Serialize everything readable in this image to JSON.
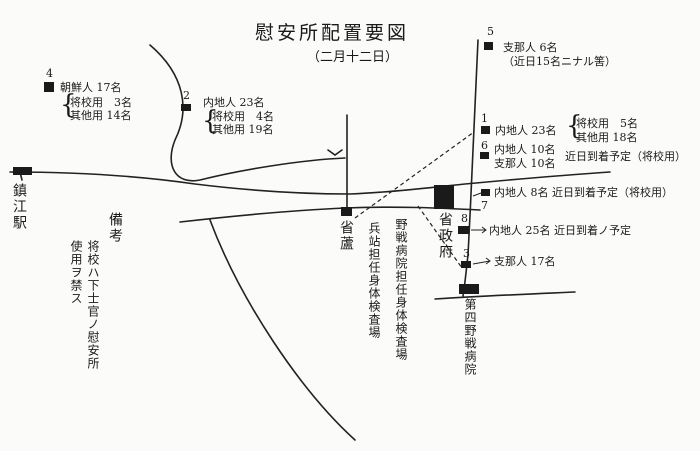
{
  "title": "慰安所配置要図",
  "subtitle": "（二月十二日）",
  "stations": [
    {
      "num": "1",
      "lines": [
        "内地人 23名"
      ],
      "sub": [
        "将校用　5名",
        "其他用 18名"
      ]
    },
    {
      "num": "2",
      "lines": [
        "内地人 23名"
      ],
      "sub": [
        "将校用　4名",
        "其他用 19名"
      ]
    },
    {
      "num": "3",
      "lines": [
        "支那人 17名"
      ]
    },
    {
      "num": "4",
      "lines": [
        "朝鮮人 17名"
      ],
      "sub": [
        "将校用　3名",
        "其他用 14名"
      ]
    },
    {
      "num": "5",
      "lines": [
        "支那人 6名",
        "（近日15名ニナル筈）"
      ]
    },
    {
      "num": "6",
      "lines": [
        "内地人 10名",
        "支那人 10名"
      ],
      "note": "近日到着予定（将校用）"
    },
    {
      "num": "7",
      "lines": [
        "内地人 8名 近日到着予定（将校用）"
      ]
    },
    {
      "num": "8",
      "lines": [
        "内地人 25名 近日到着ノ予定"
      ]
    }
  ],
  "places": {
    "zhenjiang_station": "鎮江駅",
    "provincial_office": "省政府",
    "province_hall": "省蘆",
    "field_hospital_4": "第四野戦病院",
    "depot_exam": "兵站担任身体検査場",
    "field_hospital_exam": "野戦病院担任身体検査場"
  },
  "remarks": {
    "heading": "備考",
    "lines": [
      "将校ハ下士官ノ慰安所",
      "使用ヲ禁ス"
    ]
  }
}
